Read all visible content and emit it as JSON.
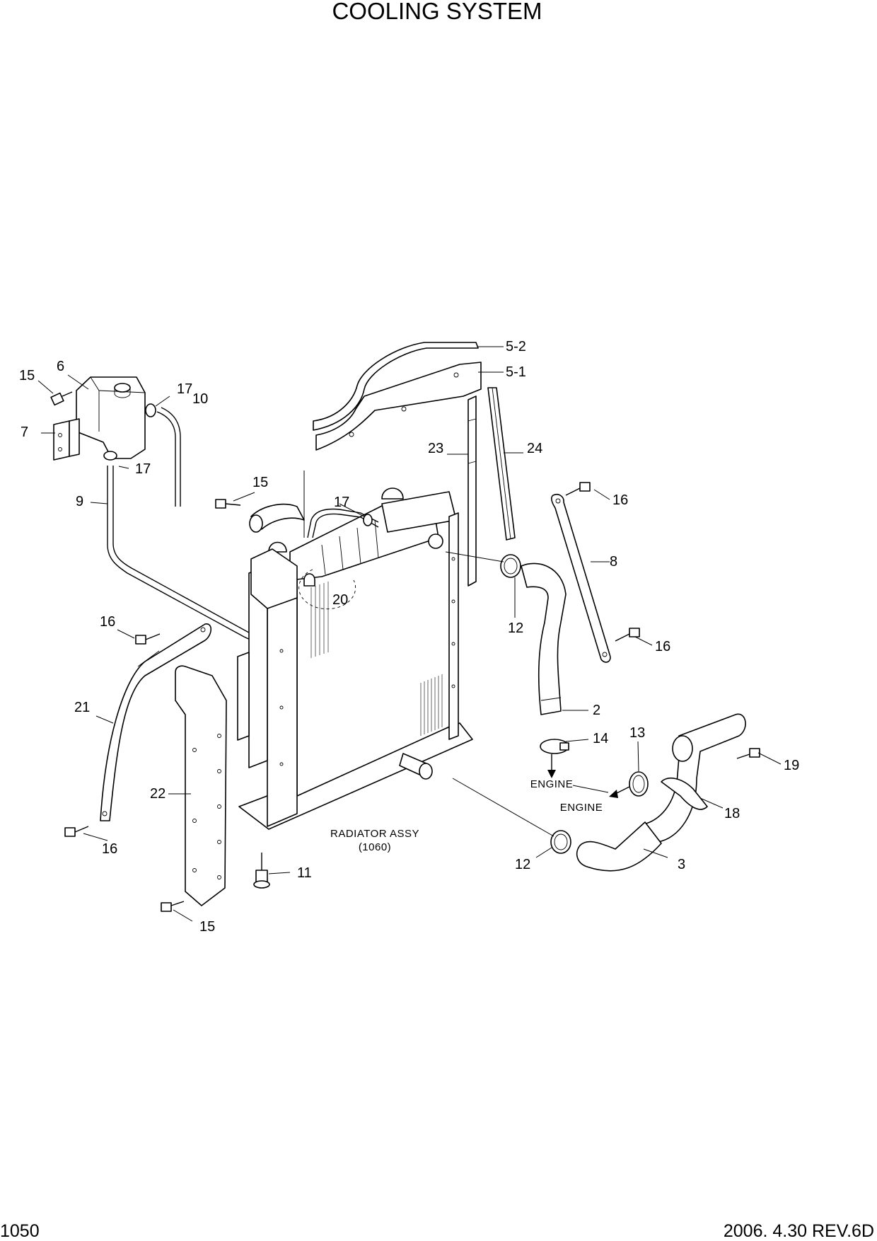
{
  "title": "COOLING SYSTEM",
  "page_number": "1050",
  "revision": "2006. 4.30 REV.6D",
  "notes": {
    "radiator_assy": "RADIATOR ASSY",
    "radiator_ref": "(1060)",
    "engine_upper": "ENGINE",
    "engine_lower": "ENGINE"
  },
  "callouts": {
    "c_5_2": "5-2",
    "c_5_1": "5-1",
    "c_6": "6",
    "c_15_a": "15",
    "c_17_a": "17",
    "c_10": "10",
    "c_7": "7",
    "c_17_b": "17",
    "c_9": "9",
    "c_15_b": "15",
    "c_17_c": "17",
    "c_23": "23",
    "c_24": "24",
    "c_16_a": "16",
    "c_8": "8",
    "c_20": "20",
    "c_12_a": "12",
    "c_16_b": "16",
    "c_16_c": "16",
    "c_21": "21",
    "c_2": "2",
    "c_14": "14",
    "c_13": "13",
    "c_19": "19",
    "c_22": "22",
    "c_18": "18",
    "c_16_d": "16",
    "c_11": "11",
    "c_12_b": "12",
    "c_3": "3",
    "c_15_c": "15"
  }
}
